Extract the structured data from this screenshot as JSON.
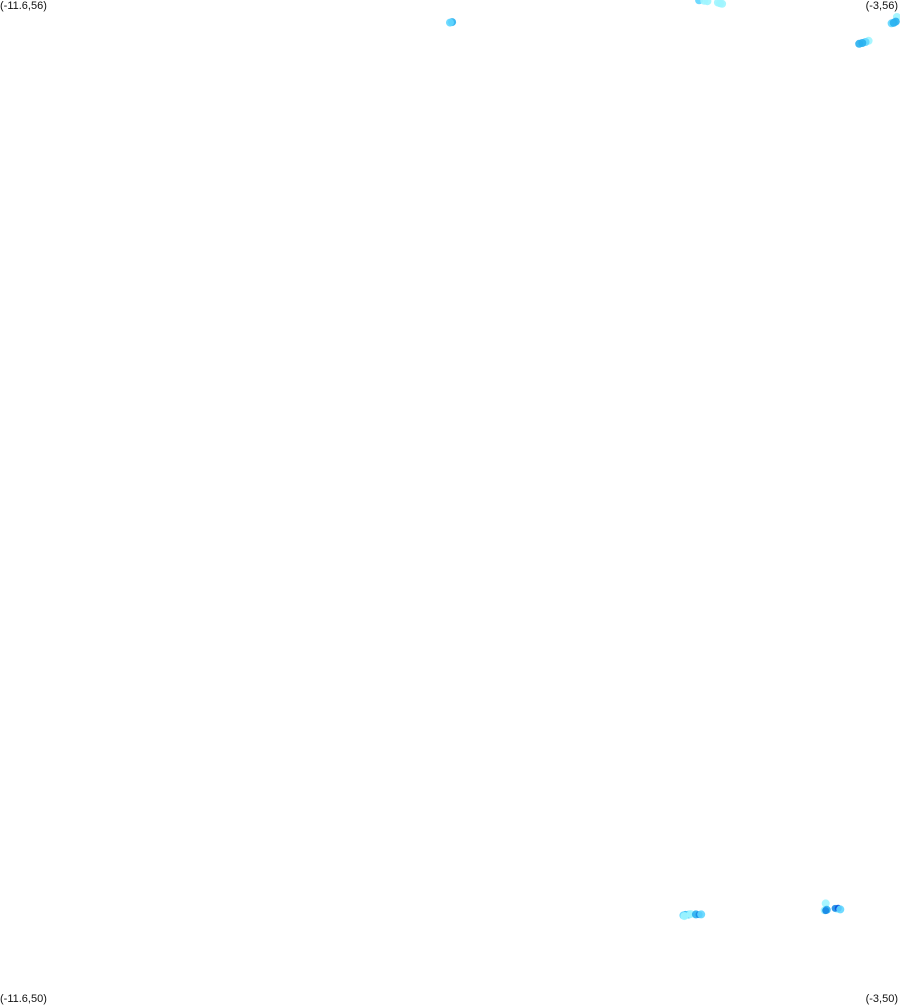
{
  "map": {
    "corners": {
      "top_left": "(-11.6,56)",
      "top_right": "(-3,56)",
      "bottom_left": "(-11.6,50)",
      "bottom_right": "(-3,50)"
    },
    "extent": {
      "lon_min": -11.6,
      "lon_max": -3,
      "lat_min": 50,
      "lat_max": 56
    },
    "background_color": "#ffffff",
    "color_scale": [
      "#9ff5ff",
      "#5fd6ff",
      "#29b0f0",
      "#1a8ae6",
      "#0a4fe0"
    ],
    "blobs": [
      {
        "lon": -4.92,
        "lat": 55.998,
        "level": 1
      },
      {
        "lon": -4.87,
        "lat": 55.995,
        "level": 0
      },
      {
        "lon": -4.84,
        "lat": 55.993,
        "level": 0
      },
      {
        "lon": -4.74,
        "lat": 55.985,
        "level": 0
      },
      {
        "lon": -4.72,
        "lat": 55.98,
        "level": 0
      },
      {
        "lon": -4.7,
        "lat": 55.977,
        "level": 0
      },
      {
        "lon": -7.28,
        "lat": 55.867,
        "level": 2
      },
      {
        "lon": -7.3,
        "lat": 55.864,
        "level": 1
      },
      {
        "lon": -3.03,
        "lat": 55.898,
        "level": 0
      },
      {
        "lon": -3.04,
        "lat": 55.87,
        "level": 2
      },
      {
        "lon": -3.08,
        "lat": 55.86,
        "level": 1
      },
      {
        "lon": -3.06,
        "lat": 55.863,
        "level": 2
      },
      {
        "lon": -3.3,
        "lat": 55.755,
        "level": 0
      },
      {
        "lon": -3.33,
        "lat": 55.748,
        "level": 1
      },
      {
        "lon": -3.36,
        "lat": 55.742,
        "level": 2
      },
      {
        "lon": -3.39,
        "lat": 55.737,
        "level": 2
      },
      {
        "lon": -3.71,
        "lat": 50.574,
        "level": 0
      },
      {
        "lon": -3.6,
        "lat": 50.542,
        "level": 0
      },
      {
        "lon": -3.62,
        "lat": 50.544,
        "level": 3
      },
      {
        "lon": -3.59,
        "lat": 50.545,
        "level": 4
      },
      {
        "lon": -3.57,
        "lat": 50.538,
        "level": 1
      },
      {
        "lon": -3.72,
        "lat": 50.533,
        "level": 0
      },
      {
        "lon": -3.7,
        "lat": 50.536,
        "level": 2
      },
      {
        "lon": -3.71,
        "lat": 50.531,
        "level": 3
      },
      {
        "lon": -5.05,
        "lat": 50.505,
        "level": 2
      },
      {
        "lon": -5.02,
        "lat": 50.507,
        "level": 1
      },
      {
        "lon": -5.0,
        "lat": 50.51,
        "level": 0
      },
      {
        "lon": -5.07,
        "lat": 50.502,
        "level": 1
      },
      {
        "lon": -5.06,
        "lat": 50.498,
        "level": 0
      },
      {
        "lon": -4.95,
        "lat": 50.508,
        "level": 2
      },
      {
        "lon": -4.92,
        "lat": 50.507,
        "level": 3
      },
      {
        "lon": -4.9,
        "lat": 50.508,
        "level": 1
      }
    ]
  }
}
